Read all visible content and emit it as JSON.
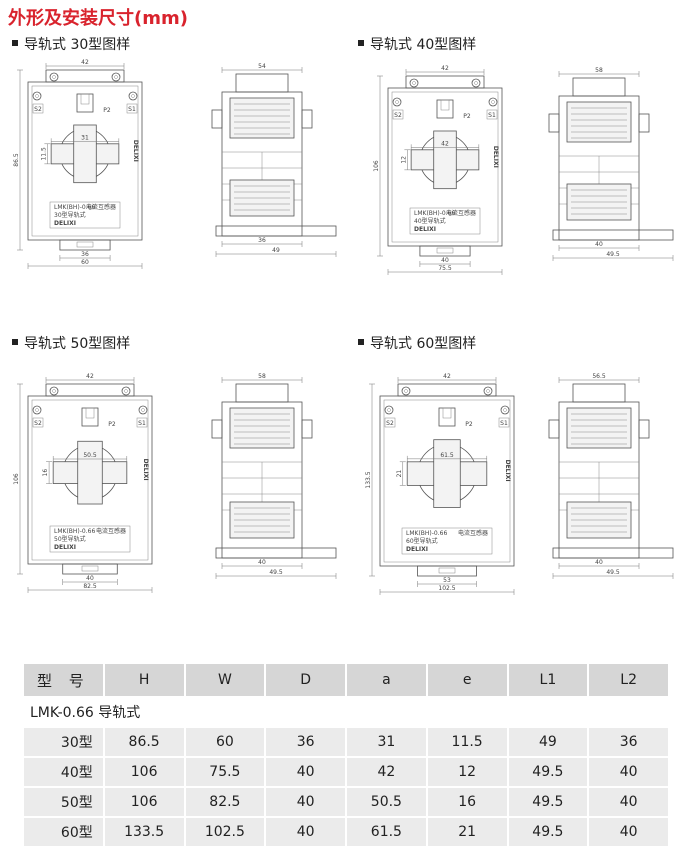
{
  "page_title": "外形及安装尺寸(mm)",
  "sections": [
    {
      "title": "导轨式 30型图样",
      "front": {
        "top_width": "42",
        "height": "86.5",
        "window_w": "31",
        "window_e": "11.5",
        "base_a": "36",
        "base_b": "60",
        "label_s2": "S2",
        "label_s1": "S1",
        "label_p2": "P2",
        "plate_lines": [
          "LMK(BH)-0.66",
          "电流互感器",
          "30型导轨式",
          "DELIXI"
        ],
        "brand": "DELIXI"
      },
      "side": {
        "top": "54",
        "bottom_a": "36",
        "bottom_b": "49"
      }
    },
    {
      "title": "导轨式 40型图样",
      "front": {
        "top_width": "42",
        "height": "106",
        "window_w": "42",
        "window_e": "12",
        "base_a": "40",
        "base_b": "75.5",
        "label_s2": "S2",
        "label_s1": "S1",
        "label_p2": "P2",
        "plate_lines": [
          "LMK(BH)-0.66",
          "电流互感器",
          "40型导轨式",
          "DELIXI"
        ],
        "brand": "DELIXI"
      },
      "side": {
        "top": "58",
        "bottom_a": "40",
        "bottom_b": "49.5"
      }
    },
    {
      "title": "导轨式 50型图样",
      "front": {
        "top_width": "42",
        "height": "106",
        "window_w": "50.5",
        "window_e": "16",
        "base_a": "40",
        "base_b": "82.5",
        "label_s2": "S2",
        "label_s1": "S1",
        "label_p2": "P2",
        "plate_lines": [
          "LMK(BH)-0.66",
          "电流互感器",
          "50型导轨式",
          "DELIXI"
        ],
        "brand": "DELIXI"
      },
      "side": {
        "top": "58",
        "bottom_a": "40",
        "bottom_b": "49.5"
      }
    },
    {
      "title": "导轨式 60型图样",
      "front": {
        "top_width": "42",
        "height": "133.5",
        "window_w": "61.5",
        "window_e": "21",
        "base_a": "53",
        "base_b": "102.5",
        "label_s2": "S2",
        "label_s1": "S1",
        "label_p2": "P2",
        "plate_lines": [
          "LMK(BH)-0.66",
          "电流互感器",
          "60型导轨式",
          "DELIXI"
        ],
        "brand": "DELIXI"
      },
      "side": {
        "top": "56.5",
        "bottom_a": "40",
        "bottom_b": "49.5"
      }
    }
  ],
  "table": {
    "headers": [
      "型  号",
      "H",
      "W",
      "D",
      "a",
      "e",
      "L1",
      "L2"
    ],
    "group_label": "LMK-0.66 导轨式",
    "rows": [
      [
        "30型",
        "86.5",
        "60",
        "36",
        "31",
        "11.5",
        "49",
        "36"
      ],
      [
        "40型",
        "106",
        "75.5",
        "40",
        "42",
        "12",
        "49.5",
        "40"
      ],
      [
        "50型",
        "106",
        "82.5",
        "40",
        "50.5",
        "16",
        "49.5",
        "40"
      ],
      [
        "60型",
        "133.5",
        "102.5",
        "40",
        "61.5",
        "21",
        "49.5",
        "40"
      ]
    ]
  }
}
